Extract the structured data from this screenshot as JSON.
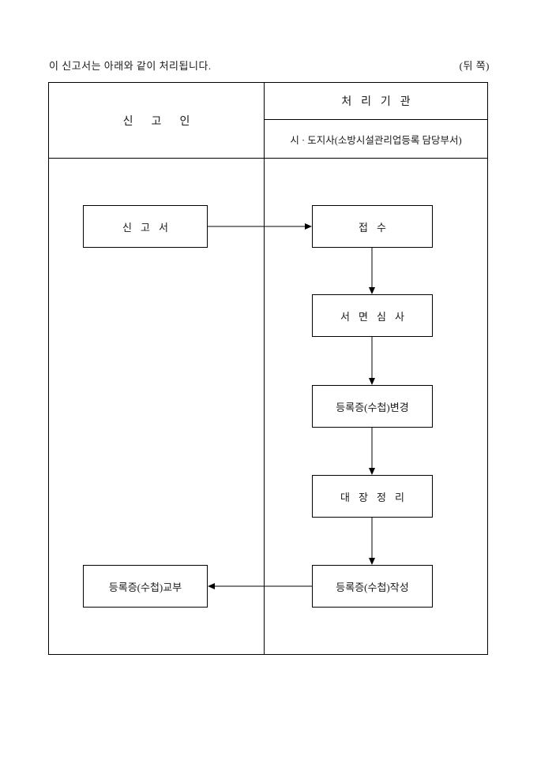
{
  "page": {
    "intro_text": "이 신고서는 아래와 같이 처리됩니다.",
    "back_side_label": "(뒤 쪽)"
  },
  "table": {
    "applicant_header": "신 고 인",
    "agency_header": "처 리 기 관",
    "agency_subheader": "시 · 도지사(소방시설관리업등록 담당부서)"
  },
  "flow": {
    "report_box": "신 고 서",
    "receipt_box": "접 수",
    "review_box": "서 면 심 사",
    "change_box": "등록증(수첩)변경",
    "ledger_box": "대 장 정 리",
    "issue_box": "등록증(수첩)작성",
    "deliver_box": "등록증(수첩)교부"
  }
}
